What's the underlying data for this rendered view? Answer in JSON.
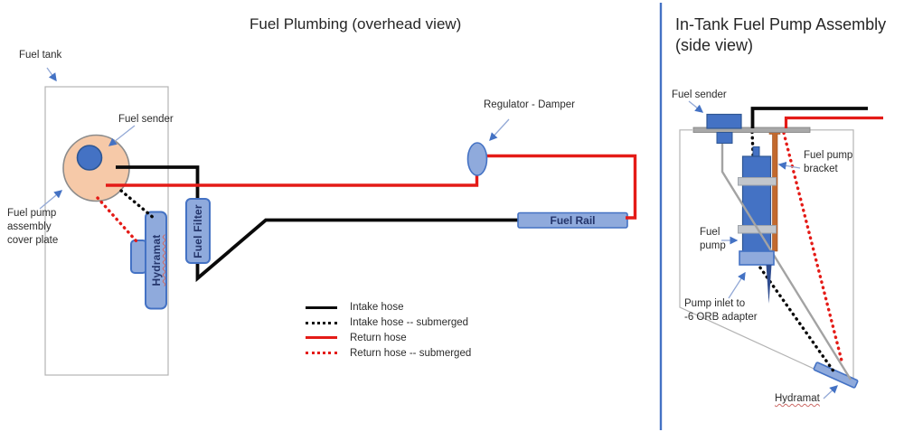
{
  "colors": {
    "intake_hose": "#0A0A0A",
    "return_hose": "#E41B17",
    "component_fill_light_blue": "#8FAADC",
    "component_border_blue": "#4472C4",
    "pump_sender_blue": "#4472C4",
    "cover_plate_peach": "#F6C9A8",
    "bracket_orange": "#C2692E",
    "hardware_gray": "#A6A6A6",
    "divider_blue": "#4472C4",
    "callout_arrow_blue": "#4472C4",
    "box_text_navy": "#24356B"
  },
  "left": {
    "title": "Fuel Plumbing (overhead view)",
    "tank_label": "Fuel tank",
    "sender_label": "Fuel sender",
    "cover_plate_label": "Fuel pump\nassembly\ncover plate",
    "hydramat_label": "Hydramat",
    "filter_label": "Fuel Filter",
    "regulator_label": "Regulator - Damper",
    "rail_label": "Fuel Rail",
    "legend": {
      "items": [
        {
          "label": "Intake hose",
          "line_style": "solid",
          "color": "#0A0A0A"
        },
        {
          "label": "Intake hose -- submerged",
          "line_style": "dotted",
          "color": "#0A0A0A"
        },
        {
          "label": "Return hose",
          "line_style": "solid",
          "color": "#E41B17"
        },
        {
          "label": "Return hose -- submerged",
          "line_style": "dotted",
          "color": "#E41B17"
        }
      ]
    }
  },
  "right": {
    "title": "In-Tank Fuel Pump Assembly\n(side view)",
    "sender_label": "Fuel sender",
    "bracket_label": "Fuel pump\nbracket",
    "pump_label": "Fuel\npump",
    "inlet_label": "Pump inlet to\n-6 ORB adapter",
    "hydramat_label": "Hydramat"
  }
}
